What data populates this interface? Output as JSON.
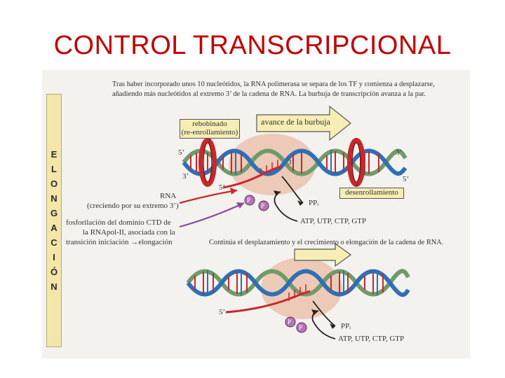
{
  "title": "CONTROL TRANSCRIPCIONAL",
  "side_letters": [
    "E",
    "L",
    "O",
    "N",
    "G",
    "A",
    "C",
    "I",
    "Ó",
    "N"
  ],
  "top_caption_line1": "Tras haber incorporado unos 10 nucleótidos, la RNA polimerasa se separa de los TF y comienza a desplazarse,",
  "top_caption_line2": "añadiendo más nucleótidos al extremo 3’ de la cadena de RNA. La burbuja de transcripción avanza a la par.",
  "rewinding_line1": "rebobinado",
  "rewinding_line2": "(re-enrollamiento)",
  "bubble_advance": "avance de la burbuja",
  "unwinding": "desenrollamiento",
  "rna_label_line1": "RNA",
  "rna_label_line2": "(creciendo por su extremo 3’)",
  "ctd_line1": "fosforilación del dominio CTD de",
  "ctd_line2": "la RNApol-II, asociada con la",
  "ctd_line3": "transición iniciación →elongación",
  "mid_caption": "Continúa el desplazamiento y el crecimiento o elongación de la cadena de RNA.",
  "end_5_left": "5’",
  "end_3_left": "3’",
  "end_3_right": "3’",
  "end_5_right": "5’",
  "end_3_bubble": "3’",
  "end_5_rna": "5’",
  "ppi": "PPᵢ",
  "ntps": "ATP, UTP, CTP, GTP",
  "p_label": "P",
  "colors": {
    "title": "#c00000",
    "dna_blue": "#2f6fb5",
    "dna_green": "#6f9b6a",
    "rna_red": "#c8282c",
    "bubble": "#ecc4b0",
    "phosphate": "#b874b8",
    "arrow_box": "#f6eeb4",
    "sidebar": "#f2e7a8"
  }
}
